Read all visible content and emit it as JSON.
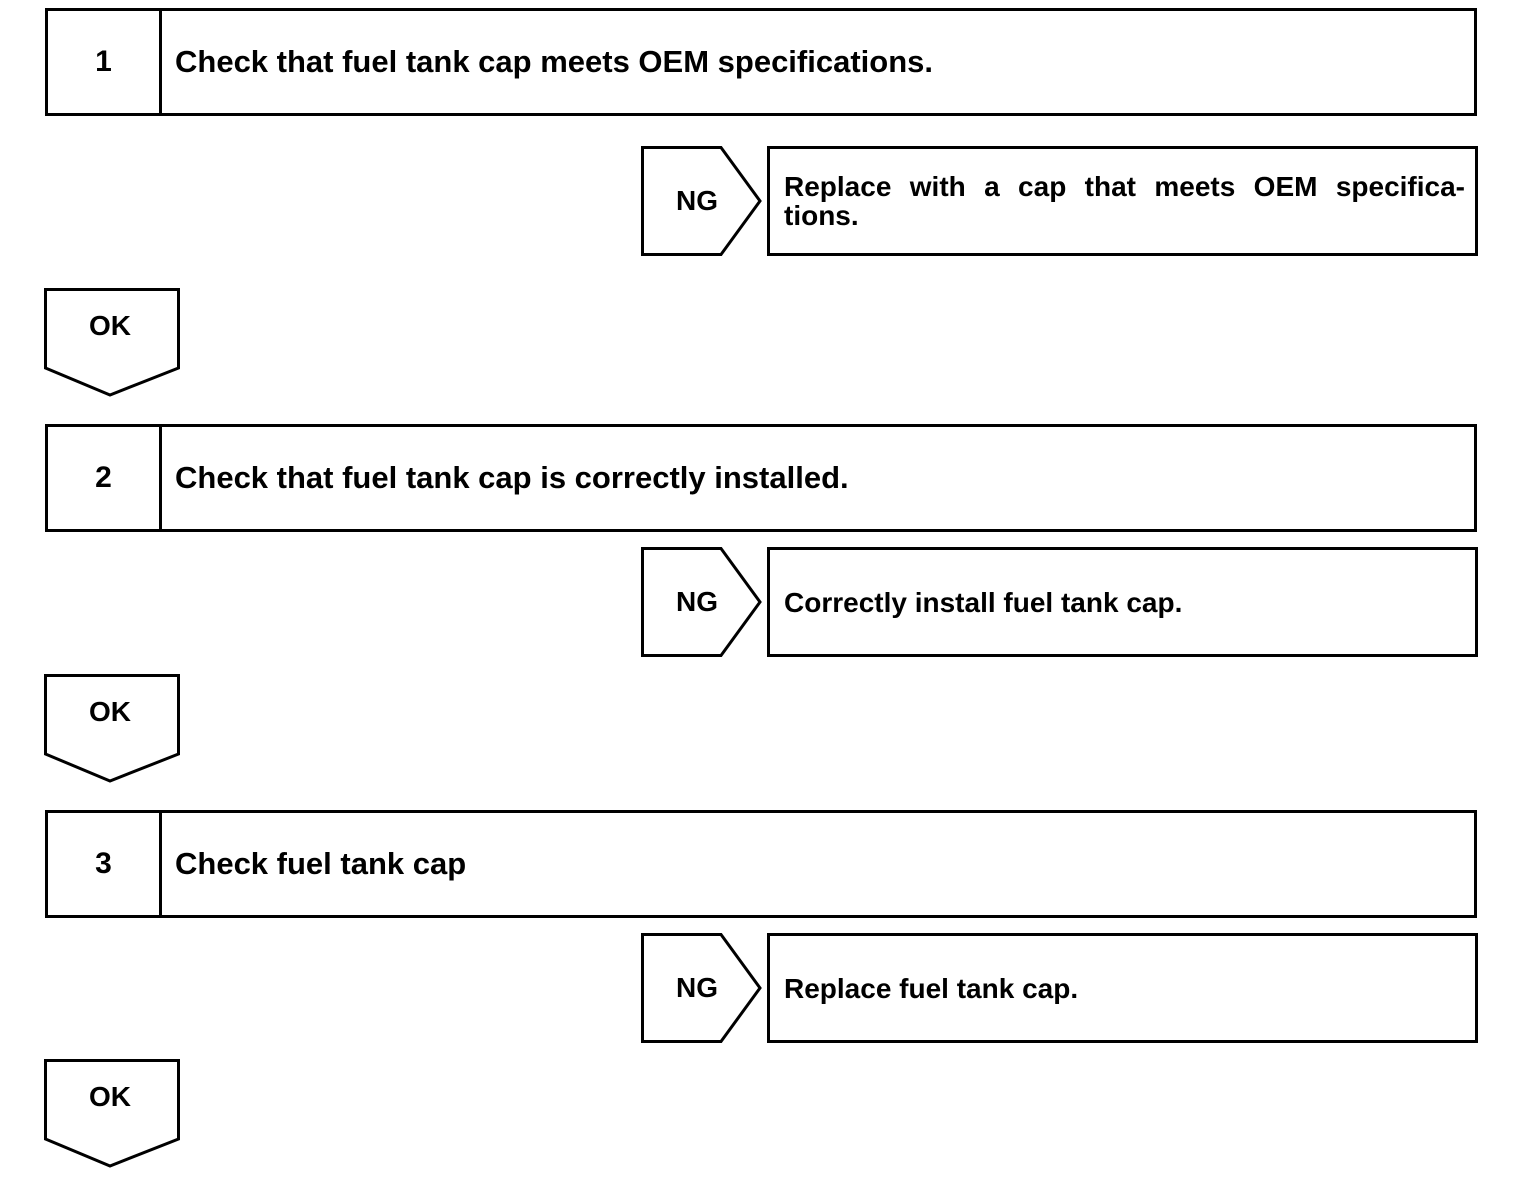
{
  "steps": [
    {
      "number": "1",
      "text": "Check that fuel tank cap meets OEM specifications.",
      "ng_label": "NG",
      "ng_action": "Replace with a cap that meets OEM specifica- tions.",
      "ok_label": "OK"
    },
    {
      "number": "2",
      "text": "Check that fuel tank cap is correctly installed.",
      "ng_label": "NG",
      "ng_action": "Correctly install fuel tank cap.",
      "ok_label": "OK"
    },
    {
      "number": "3",
      "text": "Check fuel tank cap",
      "ng_label": "NG",
      "ng_action": "Replace fuel tank cap.",
      "ok_label": "OK"
    }
  ]
}
